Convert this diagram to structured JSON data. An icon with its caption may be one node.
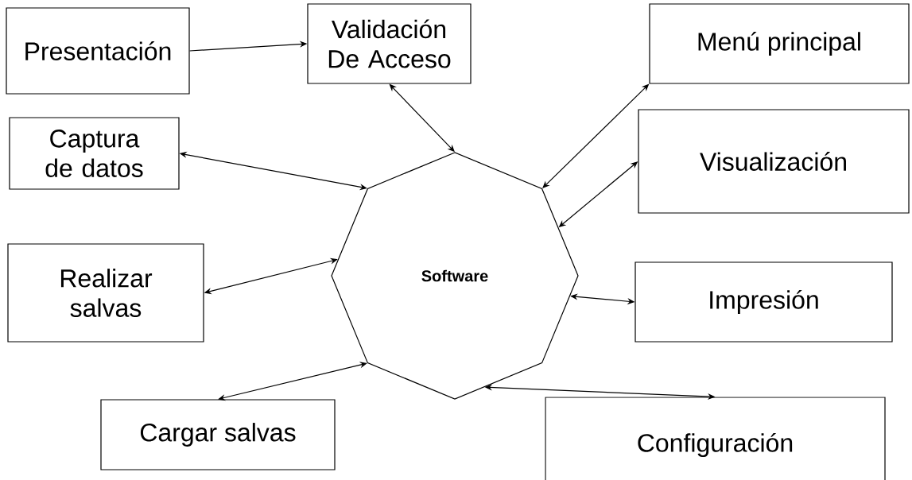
{
  "diagram": {
    "nodes": [
      {
        "text": [
          "Presentación"
        ]
      },
      {
        "text": [
          "Validación De Acceso"
        ]
      },
      {
        "text": [
          "Menú principal"
        ]
      },
      {
        "text": [
          "Captura de datos"
        ]
      },
      {
        "text": [
          "Visualización"
        ]
      },
      {
        "text": [
          "Realizar salvas"
        ]
      },
      {
        "text": [
          "Impresión"
        ]
      },
      {
        "text": [
          "Cargar salvas"
        ]
      },
      {
        "text": [
          "Configuración"
        ]
      },
      {
        "text": [
          "Software"
        ]
      }
    ],
    "edges": [
      {
        "from": 0,
        "to": 1,
        "arrow": "to"
      },
      {
        "from": 1,
        "to": 9,
        "arrow": "both"
      },
      {
        "from": 9,
        "to": 2,
        "arrow": "both"
      },
      {
        "from": 3,
        "to": 9,
        "arrow": "both"
      },
      {
        "from": 9,
        "to": 4,
        "arrow": "both"
      },
      {
        "from": 5,
        "to": 9,
        "arrow": "both"
      },
      {
        "from": 9,
        "to": 6,
        "arrow": "both"
      },
      {
        "from": 7,
        "to": 9,
        "arrow": "both"
      },
      {
        "from": 9,
        "to": 8,
        "arrow": "both"
      }
    ]
  }
}
